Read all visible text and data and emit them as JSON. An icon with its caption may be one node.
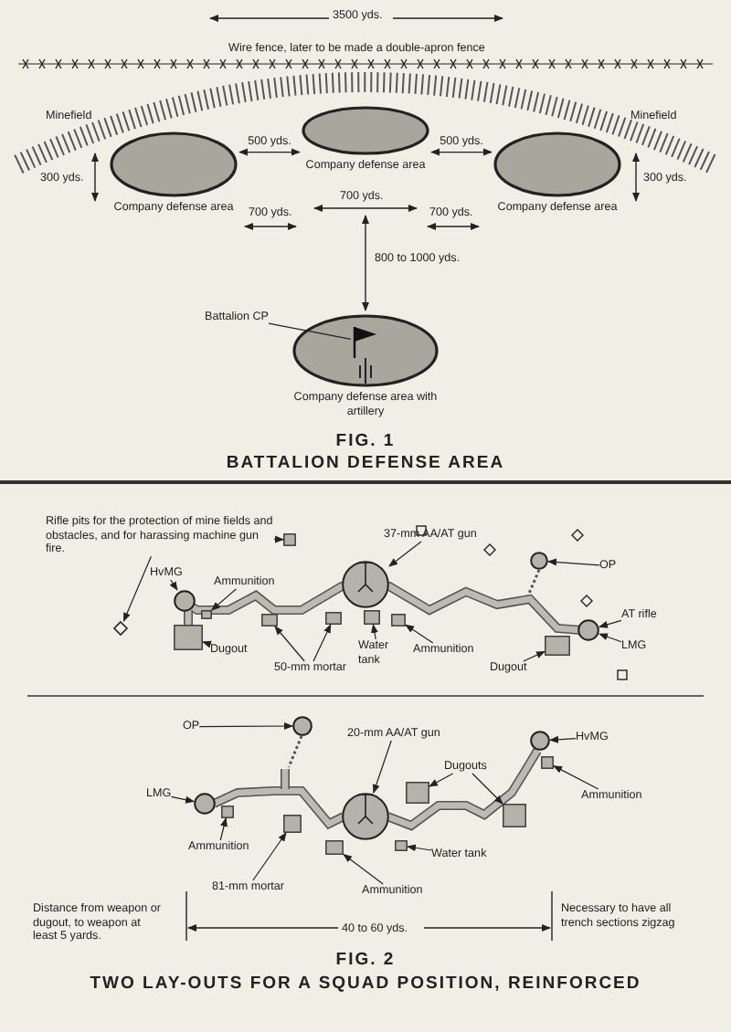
{
  "diagram": {
    "nodes": [
      {
        "text": [
          "Company defense area"
        ]
      },
      {
        "text": [
          "Company defense area"
        ]
      },
      {
        "text": [
          "Company defense area"
        ]
      },
      {
        "text": [
          "Battalion CP"
        ]
      },
      {
        "text": [
          "Company defense area with artillery"
        ]
      },
      {
        "text": [],
        "shape": "flag",
        "in": 4
      },
      {
        "text": [
          "Rifle pits for the protection of mine fields and obstacles, and for harassing machine gun fire."
        ]
      },
      {
        "text": [],
        "shape": "box"
      },
      {
        "text": [],
        "shape": "diamond"
      },
      {
        "text": [
          "HvMG"
        ]
      },
      {
        "text": [],
        "shape": "circle"
      },
      {
        "text": [
          "Ammunition"
        ]
      },
      {
        "text": [],
        "shape": "box"
      },
      {
        "text": [
          "Dugout"
        ]
      },
      {
        "text": [],
        "shape": "box"
      },
      {
        "text": [
          "50-mm mortar"
        ]
      },
      {
        "text": [],
        "shape": "box"
      },
      {
        "text": [],
        "shape": "box"
      },
      {
        "text": [
          "Water tank"
        ]
      },
      {
        "text": [],
        "shape": "box"
      },
      {
        "text": [
          "37-mm AA/AT gun"
        ]
      },
      {
        "text": [],
        "shape": "circle"
      },
      {
        "text": [
          "Ammunition"
        ]
      },
      {
        "text": [],
        "shape": "box"
      },
      {
        "text": [
          "OP"
        ]
      },
      {
        "text": [],
        "shape": "circle"
      },
      {
        "text": [
          "AT rifle"
        ]
      },
      {
        "text": [],
        "shape": "circle"
      },
      {
        "text": [
          "LMG"
        ]
      },
      {
        "text": [
          "Dugout"
        ]
      },
      {
        "text": [],
        "shape": "box"
      },
      {
        "text": [
          "OP"
        ]
      },
      {
        "text": [],
        "shape": "circle"
      },
      {
        "text": [
          "20-mm AA/AT gun"
        ]
      },
      {
        "text": [],
        "shape": "circle"
      },
      {
        "text": [
          "Dugouts"
        ]
      },
      {
        "text": [],
        "shape": "box"
      },
      {
        "text": [],
        "shape": "box"
      },
      {
        "text": [
          "HvMG"
        ]
      },
      {
        "text": [],
        "shape": "circle"
      },
      {
        "text": [
          "Ammunition"
        ]
      },
      {
        "text": [],
        "shape": "box"
      },
      {
        "text": [
          "LMG"
        ]
      },
      {
        "text": [],
        "shape": "circle"
      },
      {
        "text": [
          "Ammunition"
        ]
      },
      {
        "text": [],
        "shape": "box"
      },
      {
        "text": [
          "81-mm mortar"
        ]
      },
      {
        "text": [],
        "shape": "box"
      },
      {
        "text": [
          "Ammunition"
        ]
      },
      {
        "text": [],
        "shape": "box"
      },
      {
        "text": [
          "Water tank"
        ]
      },
      {
        "text": [],
        "shape": "box"
      }
    ],
    "edges": [
      {
        "from": 0,
        "to": 1,
        "label": "500 yds.",
        "arrow": "both"
      },
      {
        "from": 1,
        "to": 2,
        "label": "500 yds.",
        "arrow": "both"
      },
      {
        "from": 3,
        "to": 5,
        "arrow": "none"
      },
      {
        "from": 6,
        "to": 7,
        "arrow": "to"
      },
      {
        "from": 6,
        "to": 8,
        "arrow": "to"
      },
      {
        "from": 9,
        "to": 10,
        "arrow": "to"
      },
      {
        "from": 11,
        "to": 12,
        "arrow": "to"
      },
      {
        "from": 13,
        "to": 14,
        "arrow": "to"
      },
      {
        "from": 15,
        "to": 16,
        "arrow": "to"
      },
      {
        "from": 15,
        "to": 17,
        "arrow": "to"
      },
      {
        "from": 18,
        "to": 19,
        "arrow": "to"
      },
      {
        "from": 20,
        "to": 21,
        "arrow": "to"
      },
      {
        "from": 22,
        "to": 23,
        "arrow": "to"
      },
      {
        "from": 24,
        "to": 25,
        "arrow": "to"
      },
      {
        "from": 26,
        "to": 27,
        "arrow": "to"
      },
      {
        "from": 28,
        "to": 27,
        "arrow": "to"
      },
      {
        "from": 29,
        "to": 30,
        "arrow": "to"
      },
      {
        "from": 31,
        "to": 32,
        "arrow": "to"
      },
      {
        "from": 33,
        "to": 34,
        "arrow": "to"
      },
      {
        "from": 35,
        "to": 36,
        "arrow": "to"
      },
      {
        "from": 35,
        "to": 37,
        "arrow": "to"
      },
      {
        "from": 38,
        "to": 39,
        "arrow": "to"
      },
      {
        "from": 40,
        "to": 41,
        "arrow": "to"
      },
      {
        "from": 42,
        "to": 43,
        "arrow": "to"
      },
      {
        "from": 44,
        "to": 45,
        "arrow": "to"
      },
      {
        "from": 46,
        "to": 47,
        "arrow": "to"
      },
      {
        "from": 48,
        "to": 49,
        "arrow": "to"
      },
      {
        "from": 50,
        "to": 51,
        "arrow": "to"
      }
    ],
    "labels": [
      "3500 yds.",
      "Wire fence, later to be made a double-apron fence",
      "Minefield",
      "Minefield",
      "700 yds.",
      "300 yds.",
      "700 yds.",
      "700 yds.",
      "300 yds.",
      "800 to 1000 yds.",
      "FIG. 1",
      "BATTALION DEFENSE AREA",
      "Distance from weapon or dugout, to weapon at least 5 yards.",
      "40 to 60 yds.",
      "Necessary to have all trench sections zigzag",
      "FIG. 2",
      "TWO LAY-OUTS FOR A SQUAD POSITION, REINFORCED"
    ]
  }
}
